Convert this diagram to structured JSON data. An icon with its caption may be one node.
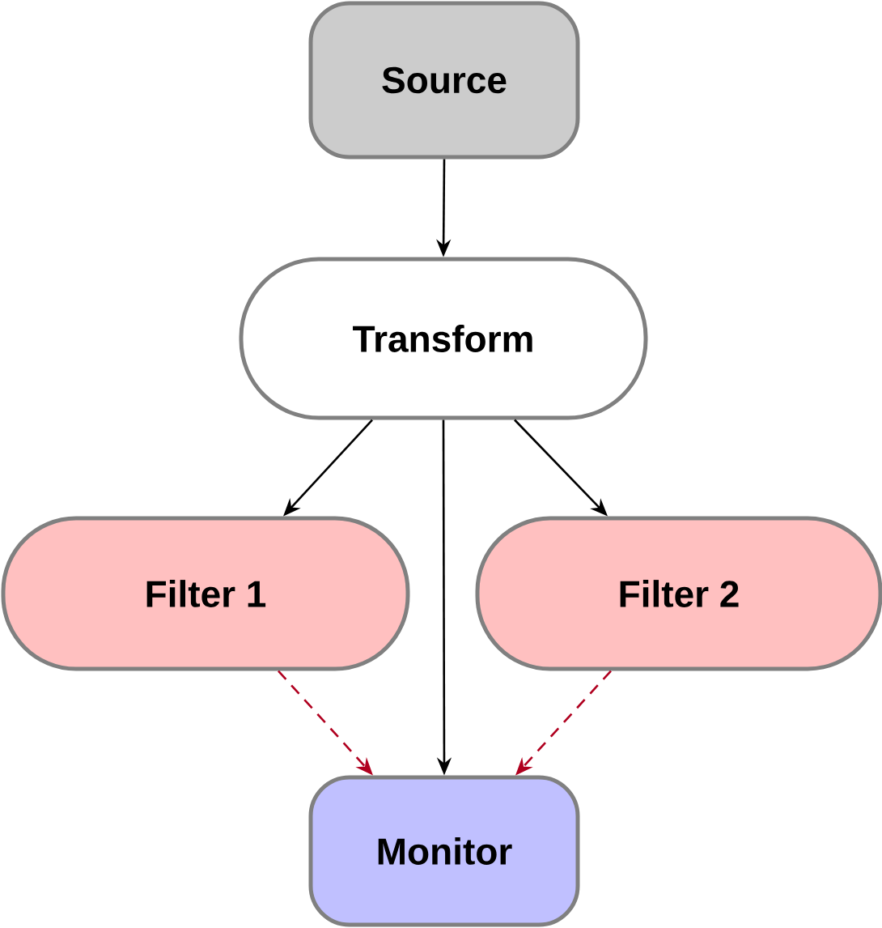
{
  "diagram": {
    "nodes": [
      {
        "text": [
          "Source"
        ]
      },
      {
        "text": [
          "Transform"
        ]
      },
      {
        "text": [
          "Filter 1"
        ]
      },
      {
        "text": [
          "Filter 2"
        ]
      },
      {
        "text": [
          "Monitor"
        ]
      }
    ],
    "edges": [
      {
        "from": 0,
        "to": 1,
        "arrow": "to"
      },
      {
        "from": 1,
        "to": 2,
        "arrow": "to"
      },
      {
        "from": 1,
        "to": 3,
        "arrow": "to"
      },
      {
        "from": 1,
        "to": 4,
        "arrow": "to"
      },
      {
        "from": 2,
        "to": 4,
        "arrow": "to",
        "style": "dashed",
        "color": "#b0001f"
      },
      {
        "from": 3,
        "to": 4,
        "arrow": "to",
        "style": "dashed",
        "color": "#b0001f"
      }
    ]
  }
}
